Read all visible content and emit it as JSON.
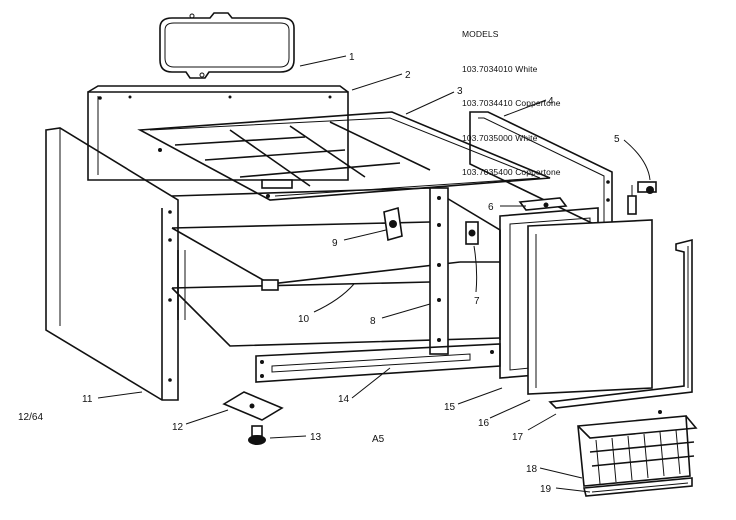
{
  "models": {
    "heading": "MODELS",
    "lines": [
      "103.7034010 White",
      "103.7034410 Coppertone",
      "103.7035000 White",
      "103.7035400 Coppertone"
    ]
  },
  "callouts": [
    "1",
    "2",
    "3",
    "4",
    "5",
    "6",
    "7",
    "8",
    "9",
    "10",
    "11",
    "12",
    "13",
    "14",
    "15",
    "16",
    "17",
    "18",
    "19"
  ],
  "stamps": {
    "date": "12/64",
    "page": "A5"
  }
}
